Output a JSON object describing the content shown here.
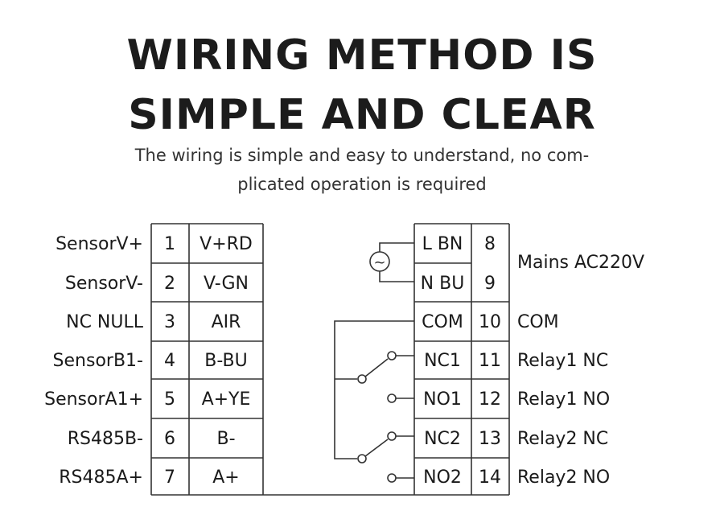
{
  "title": {
    "line1": "WIRING METHOD IS",
    "line2": "SIMPLE AND CLEAR"
  },
  "subtitle": {
    "line1": "The wiring is simple and easy to understand, no com-",
    "line2": "plicated operation is required"
  },
  "left_terminals": [
    {
      "label": "SensorV+",
      "num": "1",
      "code": "V+RD"
    },
    {
      "label": "SensorV-",
      "num": "2",
      "code": "V-GN"
    },
    {
      "label": "NC NULL",
      "num": "3",
      "code": "AIR"
    },
    {
      "label": "SensorB1-",
      "num": "4",
      "code": "B-BU"
    },
    {
      "label": "SensorA1+",
      "num": "5",
      "code": "A+YE"
    },
    {
      "label": "RS485B-",
      "num": "6",
      "code": "B-"
    },
    {
      "label": "RS485A+",
      "num": "7",
      "code": "A+"
    }
  ],
  "right_terminals": [
    {
      "code": "L BN",
      "num": "8",
      "label": ""
    },
    {
      "code": "N BU",
      "num": "9",
      "label": ""
    },
    {
      "code": "COM",
      "num": "10",
      "label": "COM"
    },
    {
      "code": "NC1",
      "num": "11",
      "label": "Relay1 NC"
    },
    {
      "code": "NO1",
      "num": "12",
      "label": "Relay1 NO"
    },
    {
      "code": "NC2",
      "num": "13",
      "label": "Relay2 NC"
    },
    {
      "code": "NO2",
      "num": "14",
      "label": "Relay2 NO"
    }
  ],
  "mains_label": "Mains AC220V",
  "ac_symbol": "~"
}
